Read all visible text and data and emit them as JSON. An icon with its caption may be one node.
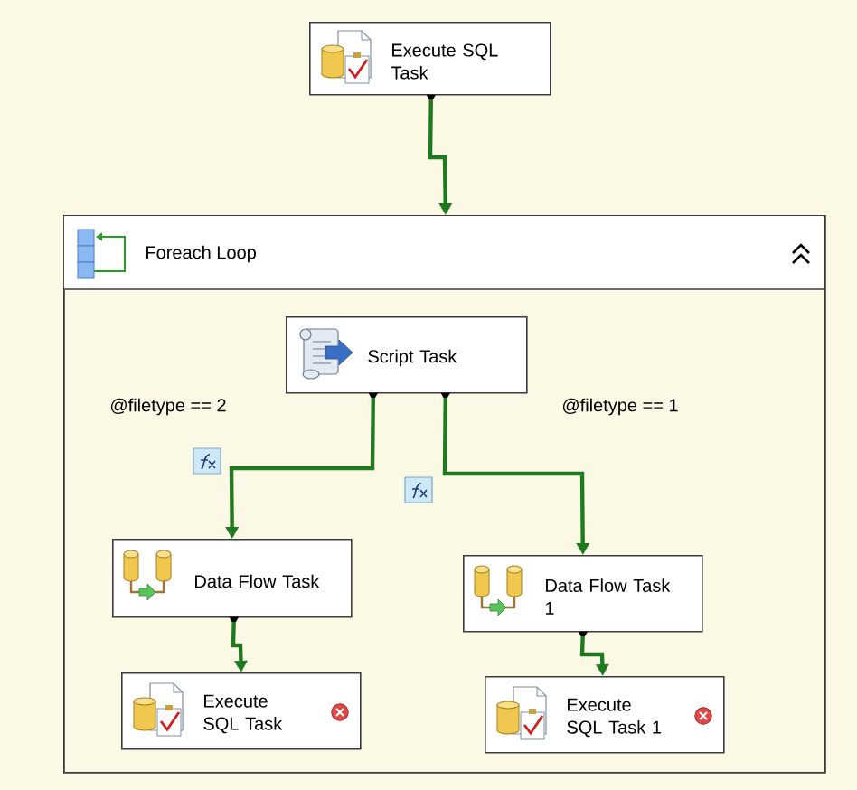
{
  "diagram": {
    "nodes": [
      {
        "text": [
          "Execute SQL Task"
        ]
      },
      {
        "text": [
          "Foreach Loop"
        ]
      },
      {
        "text": [
          "Script Task"
        ],
        "in": 1
      },
      {
        "text": [
          "Data Flow Task"
        ],
        "in": 1
      },
      {
        "text": [
          "Data Flow Task 1"
        ],
        "in": 1
      },
      {
        "text": [
          "Execute SQL Task"
        ],
        "in": 1
      },
      {
        "text": [
          "Execute SQL Task 1"
        ],
        "in": 1
      }
    ],
    "edges": [
      {
        "from": 0,
        "to": 1,
        "arrow": "to"
      },
      {
        "from": 2,
        "to": 3,
        "arrow": "to",
        "label": "@filetype == 2"
      },
      {
        "from": 2,
        "to": 4,
        "arrow": "to",
        "label": "@filetype == 1"
      },
      {
        "from": 3,
        "to": 5,
        "arrow": "to"
      },
      {
        "from": 4,
        "to": 6,
        "arrow": "to"
      }
    ]
  }
}
